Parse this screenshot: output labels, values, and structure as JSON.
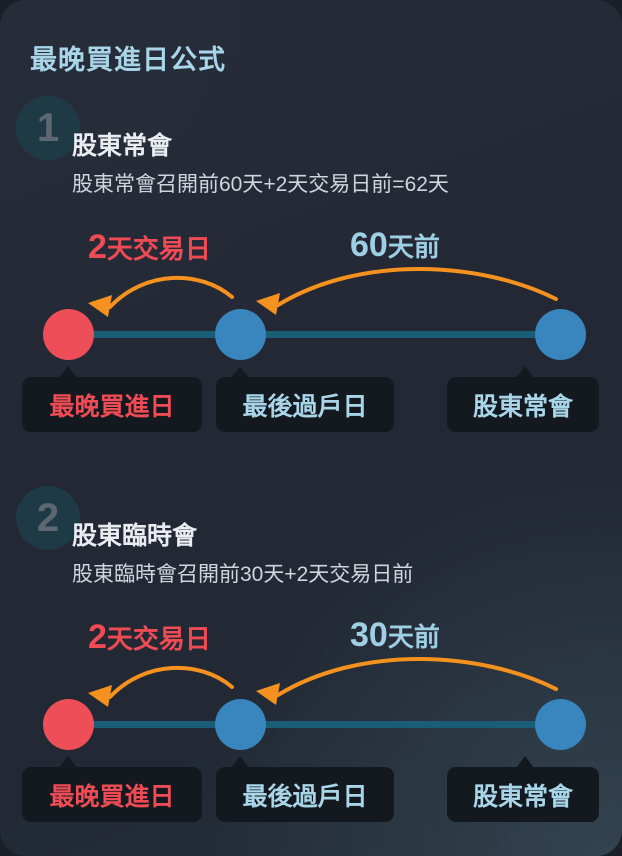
{
  "title": "最晚買進日公式",
  "colors": {
    "accent_blue": "#a9d5e9",
    "accent_red": "#ef4b55",
    "arrow_orange": "#f5911e",
    "dot_blue": "#3886bd",
    "dot_red": "#ee4e58",
    "line_teal": "#1a5d76",
    "chip_bg": "#141920",
    "badge_bg": "#1f3a47",
    "background": "#272c39"
  },
  "sections": [
    {
      "number": "1",
      "heading": "股東常會",
      "description": "股東常會召開前60天+2天交易日前=62天",
      "annotations": {
        "left": {
          "value": "2",
          "unit": "天交易日"
        },
        "right": {
          "value": "60",
          "unit": "天前"
        }
      },
      "timeline": {
        "nodes": [
          {
            "label": "最晚買進日",
            "color": "red"
          },
          {
            "label": "最後過戶日",
            "color": "blue"
          },
          {
            "label": "股東常會",
            "color": "blue"
          }
        ]
      }
    },
    {
      "number": "2",
      "heading": "股東臨時會",
      "description": "股東臨時會召開前30天+2天交易日前",
      "annotations": {
        "left": {
          "value": "2",
          "unit": "天交易日"
        },
        "right": {
          "value": "30",
          "unit": "天前"
        }
      },
      "timeline": {
        "nodes": [
          {
            "label": "最晚買進日",
            "color": "red"
          },
          {
            "label": "最後過戶日",
            "color": "blue"
          },
          {
            "label": "股東常會",
            "color": "blue"
          }
        ]
      }
    }
  ]
}
